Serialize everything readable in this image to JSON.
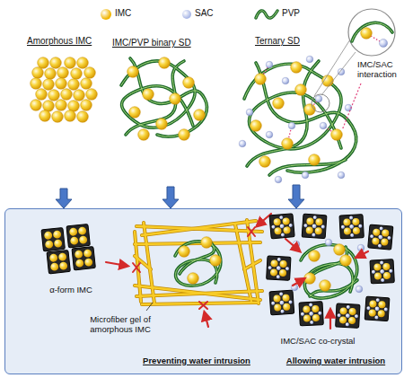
{
  "diagram": {
    "nodes": [
      {
        "text": [
          "Amorphous IMC"
        ]
      },
      {
        "text": [
          "IMC/PVP binary SD"
        ]
      },
      {
        "text": [
          "Ternary SD"
        ]
      },
      {
        "text": [
          "α-form IMC",
          "Microfiber gel of amorphous IMC",
          "IMC/SAC co-crystal",
          "Preventing water intrusion",
          "Allowing water intrusion"
        ]
      }
    ],
    "edges": [
      {
        "from": 0,
        "to": 3,
        "arrow": "to"
      },
      {
        "from": 1,
        "to": 3,
        "arrow": "to"
      },
      {
        "from": 2,
        "to": 3,
        "arrow": "to"
      }
    ],
    "labels": [
      "IMC/SAC interaction"
    ],
    "legend": [
      {
        "text": "IMC",
        "color": "#f0b400"
      },
      {
        "text": "SAC",
        "color": "#aab8e6"
      },
      {
        "text": "PVP"
      }
    ]
  }
}
